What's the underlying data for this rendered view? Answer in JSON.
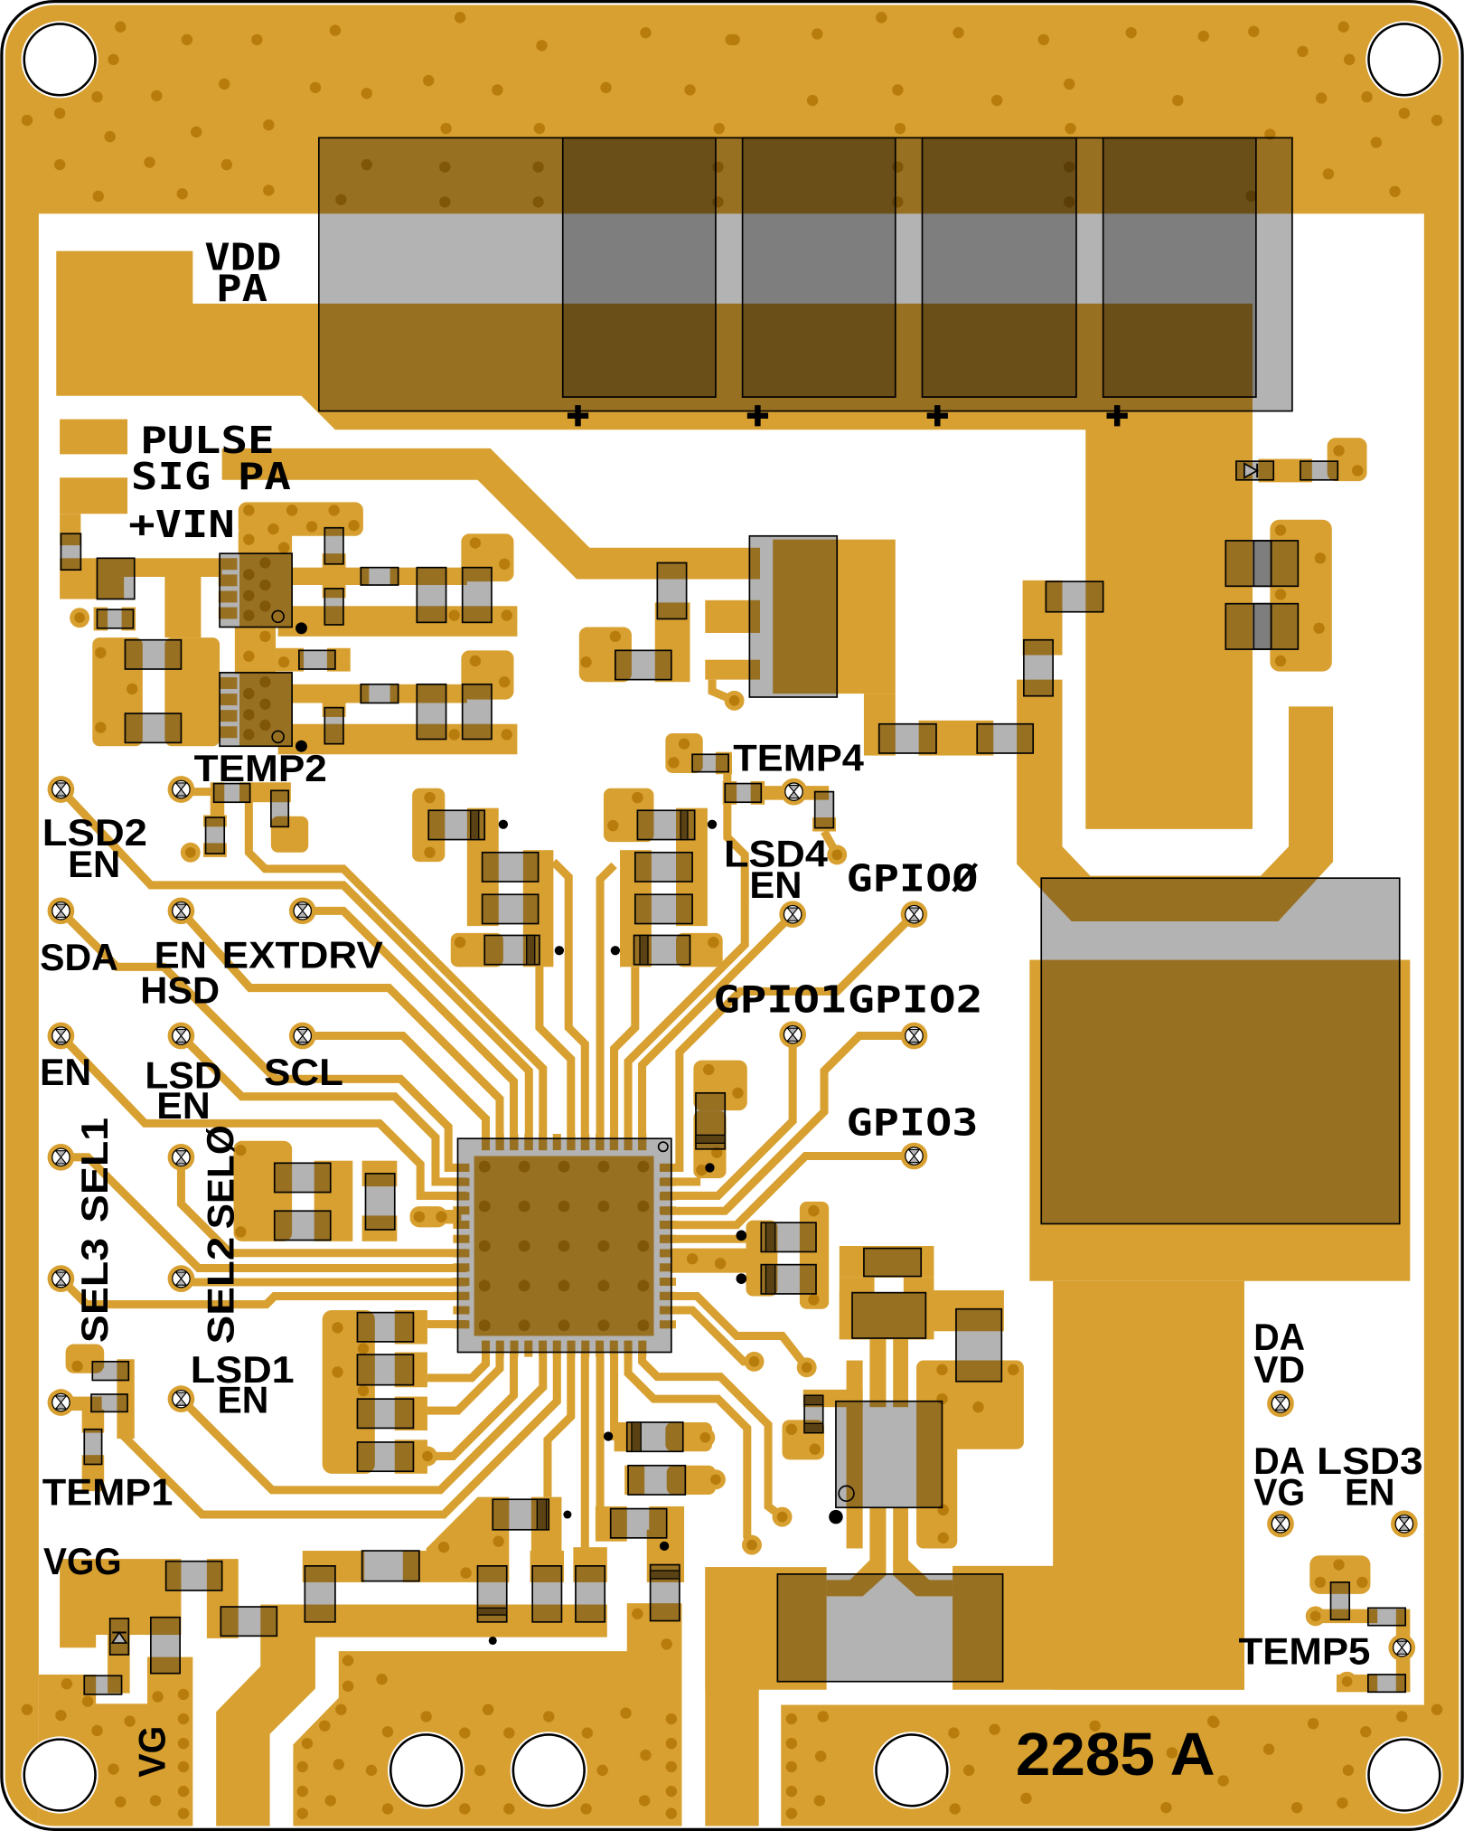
{
  "board": {
    "part_number": "2285 A"
  },
  "labels": {
    "vdd_pa": {
      "line1": "VDD",
      "line2": "PA"
    },
    "pulse": "PULSE",
    "sig_pa": "SIG PA",
    "vin": "+VIN",
    "temp2": "TEMP2",
    "lsd2_en": {
      "line1": "LSD2",
      "line2": "EN"
    },
    "sda": "SDA",
    "en_hsd": {
      "line1": "EN",
      "line2": "HSD"
    },
    "extdrv": "EXTDRV",
    "en": "EN",
    "lsd_en": {
      "line1": "LSD",
      "line2": "EN"
    },
    "scl": "SCL",
    "sel1": "SEL1",
    "sel0": "SELØ",
    "sel3": "SEL3",
    "sel2": "SEL2",
    "lsd1_en": {
      "line1": "LSD1",
      "line2": "EN"
    },
    "temp1": "TEMP1",
    "vgg": "VGG",
    "vg": "VG",
    "temp4": "TEMP4",
    "lsd4_en": {
      "line1": "LSD4",
      "line2": "EN"
    },
    "gpio0": "GPIOØ",
    "gpio1": "GPIO1",
    "gpio2": "GPIO2",
    "gpio3": "GPIO3",
    "da_vd": {
      "line1": "DA",
      "line2": "VD"
    },
    "da_vg": {
      "line1": "DA",
      "line2": "VG"
    },
    "lsd3_en": {
      "line1": "LSD3",
      "line2": "EN"
    },
    "temp5": "TEMP5"
  },
  "colors": {
    "copper": "#D8A030",
    "via": "#B77C0C",
    "component_body": "#B3B3B3",
    "component_band": "#5A4214",
    "substrate": "#FFFFFF",
    "outline": "#000000",
    "silkscreen": "#000000"
  },
  "icons": {
    "test_point": "test-point-icon",
    "polarity": "plus-icon",
    "diode": "diode-icon",
    "pin1_marker": "pin1-marker-icon",
    "mounting_hole": "mounting-hole"
  }
}
